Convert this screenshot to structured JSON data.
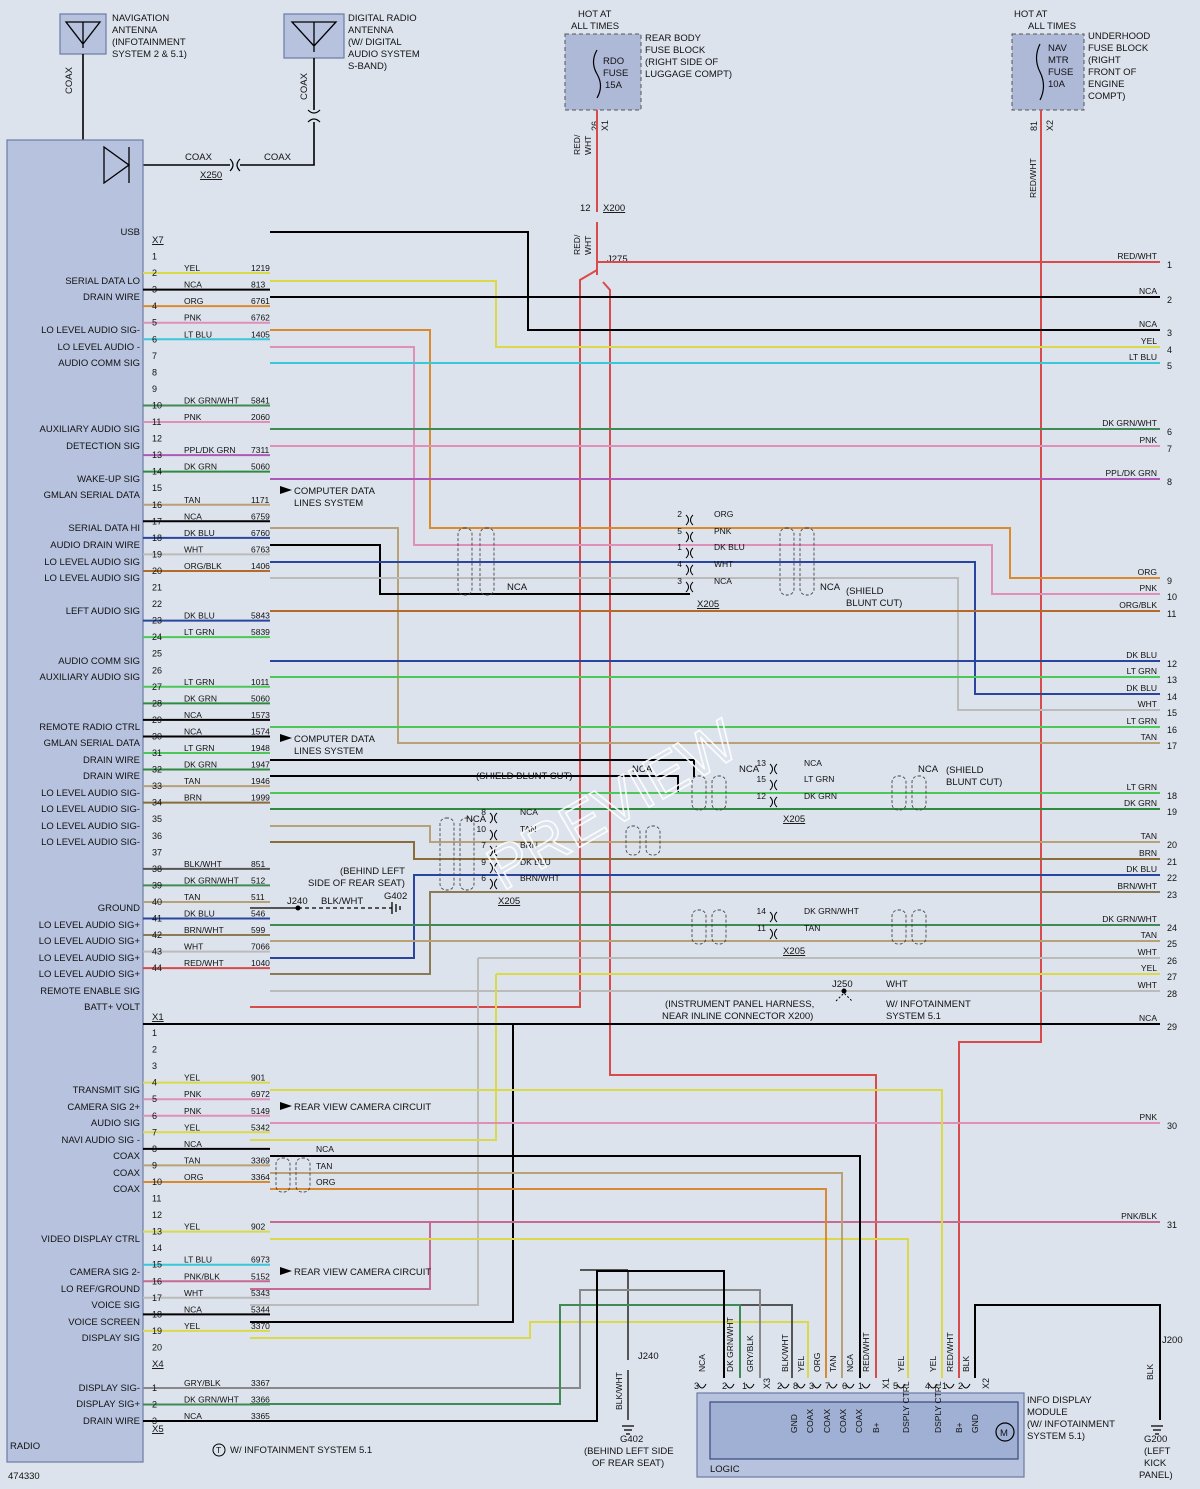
{
  "texts": {
    "nav_antenna": [
      "NAVIGATION",
      "ANTENNA",
      "(INFOTAINMENT",
      "SYSTEM 2 & 5.1)"
    ],
    "dig_antenna": [
      "DIGITAL RADIO",
      "ANTENNA",
      "(W/ DIGITAL",
      "AUDIO SYSTEM",
      "S-BAND)"
    ],
    "coax": "COAX",
    "x250": "X250",
    "hot_all_times": [
      "HOT AT",
      "ALL TIMES"
    ],
    "rear_fuse_block": [
      "REAR BODY",
      "FUSE BLOCK",
      "(RIGHT SIDE OF",
      "LUGGAGE COMPT)"
    ],
    "rdo_fuse": [
      "RDO",
      "FUSE",
      "15A"
    ],
    "under_fuse_block": [
      "UNDERHOOD",
      "FUSE BLOCK",
      "(RIGHT",
      "FRONT OF",
      "ENGINE",
      "COMPT)"
    ],
    "nav_fuse": [
      "NAV",
      "MTR",
      "FUSE",
      "10A"
    ],
    "x1": "X1",
    "x2": "X2",
    "red_wht": "RED/WHT",
    "red_wht_stack": [
      "RED/",
      "WHT"
    ],
    "p26": "26",
    "p81": "81",
    "p12": "12",
    "x200": "X200",
    "j275": "J275",
    "radio": "RADIO",
    "figure_id": "474330",
    "x7": "X7",
    "x4": "X4",
    "x5": "X5",
    "computer_data": [
      "COMPUTER DATA",
      "LINES SYSTEM"
    ],
    "rear_camera": "REAR VIEW CAMERA CIRCUIT",
    "x205": "X205",
    "nca": "NCA",
    "shield_blunt": [
      "(SHIELD",
      "BLUNT CUT)"
    ],
    "shield_blunt_inline": "(SHIELD BLUNT CUT)",
    "behind_left": [
      "(BEHIND LEFT",
      "SIDE OF REAR SEAT)"
    ],
    "g402": "G402",
    "j240": "J240",
    "blk_wht": "BLK/WHT",
    "j250": "J250",
    "wht": "WHT",
    "ip_harness": [
      "(INSTRUMENT PANEL HARNESS,",
      "NEAR INLINE CONNECTOR X200)"
    ],
    "w_info_51": [
      "W/ INFOTAINMENT",
      "SYSTEM 5.1"
    ],
    "info_display": [
      "INFO DISPLAY",
      "MODULE",
      "(W/ INFOTAINMENT",
      "SYSTEM 5.1)"
    ],
    "logic": "LOGIC",
    "g402_bottom": [
      "G402",
      "(BEHIND LEFT SIDE",
      "OF REAR SEAT)"
    ],
    "j200": "J200",
    "blk": "BLK",
    "g200": [
      "G200",
      "(LEFT",
      "KICK",
      "PANEL)"
    ],
    "legend": "W/ INFOTAINMENT SYSTEM 5.1",
    "legend_mark": "T",
    "watermark": "PREVIEW"
  },
  "radio_labels": [
    [
      "USB",
      232
    ],
    [
      "SERIAL DATA LO",
      281
    ],
    [
      "DRAIN WIRE",
      297
    ],
    [
      "LO LEVEL AUDIO SIG-",
      330
    ],
    [
      "LO LEVEL AUDIO -",
      347
    ],
    [
      "AUDIO COMM SIG",
      363
    ],
    [
      "AUXILIARY AUDIO SIG",
      429
    ],
    [
      "DETECTION SIG",
      446
    ],
    [
      "WAKE-UP SIG",
      479
    ],
    [
      "GMLAN SERIAL DATA",
      495
    ],
    [
      "SERIAL DATA HI",
      528
    ],
    [
      "AUDIO DRAIN WIRE",
      545
    ],
    [
      "LO LEVEL AUDIO SIG",
      562
    ],
    [
      "LO LEVEL AUDIO SIG",
      578
    ],
    [
      "LEFT AUDIO SIG",
      611
    ],
    [
      "AUDIO COMM SIG",
      661
    ],
    [
      "AUXILIARY AUDIO SIG",
      677
    ],
    [
      "REMOTE RADIO CTRL",
      727
    ],
    [
      "GMLAN SERIAL DATA",
      743
    ],
    [
      "DRAIN WIRE",
      760
    ],
    [
      "DRAIN WIRE",
      776
    ],
    [
      "LO LEVEL AUDIO SIG-",
      793
    ],
    [
      "LO LEVEL AUDIO SIG-",
      809
    ],
    [
      "LO LEVEL AUDIO SIG-",
      826
    ],
    [
      "LO LEVEL AUDIO SIG-",
      842
    ],
    [
      "GROUND",
      908
    ],
    [
      "LO LEVEL AUDIO SIG+",
      925
    ],
    [
      "LO LEVEL AUDIO SIG+",
      941
    ],
    [
      "LO LEVEL AUDIO SIG+",
      958
    ],
    [
      "LO LEVEL AUDIO SIG+",
      974
    ],
    [
      "REMOTE ENABLE SIG",
      991
    ],
    [
      "BATT+ VOLT",
      1007
    ],
    [
      "TRANSMIT SIG",
      1090
    ],
    [
      "CAMERA SIG 2+",
      1107
    ],
    [
      "AUDIO SIG",
      1123
    ],
    [
      "NAVI AUDIO SIG -",
      1140
    ],
    [
      "COAX",
      1156
    ],
    [
      "COAX",
      1173
    ],
    [
      "COAX",
      1189
    ],
    [
      "VIDEO DISPLAY CTRL",
      1239
    ],
    [
      "CAMERA SIG 2-",
      1272
    ],
    [
      "LO REF/GROUND",
      1289
    ],
    [
      "VOICE SIG",
      1305
    ],
    [
      "VOICE SCREEN",
      1322
    ],
    [
      "DISPLAY SIG",
      1338
    ],
    [
      "DISPLAY SIG-",
      1388
    ],
    [
      "DISPLAY SIG+",
      1404
    ],
    [
      "DRAIN WIRE",
      1421
    ]
  ],
  "x7_pins": [
    [
      "1",
      "",
      " ",
      ""
    ],
    [
      "2",
      "YEL",
      "1219",
      "#d9d94a"
    ],
    [
      "3",
      "NCA",
      "813",
      "#000"
    ],
    [
      "4",
      "ORG",
      "6761",
      "#d98a2e"
    ],
    [
      "5",
      "PNK",
      "6762",
      "#e08fb8"
    ],
    [
      "6",
      "LT BLU",
      "1405",
      "#38c8d8"
    ],
    [
      "7",
      "",
      "",
      ""
    ],
    [
      "8",
      "",
      "",
      ""
    ],
    [
      "9",
      "",
      "",
      ""
    ],
    [
      "10",
      "DK GRN/WHT",
      "5841",
      "#3f8a55"
    ],
    [
      "11",
      "PNK",
      "2060",
      "#e08fb8"
    ],
    [
      "12",
      "",
      "",
      ""
    ],
    [
      "13",
      "PPL/DK GRN",
      "7311",
      "#b058b8"
    ],
    [
      "14",
      "DK GRN",
      "5060",
      "#2e8a3e"
    ],
    [
      "15",
      "",
      "",
      ""
    ],
    [
      "16",
      "TAN",
      "1171",
      "#b8a077"
    ],
    [
      "17",
      "NCA",
      "6759",
      "#000"
    ],
    [
      "18",
      "DK BLU",
      "6760",
      "#2a45a0"
    ],
    [
      "19",
      "WHT",
      "6763",
      "#bbbbbb"
    ],
    [
      "20",
      "ORG/BLK",
      "1406",
      "#b56a2a"
    ],
    [
      "21",
      "",
      "",
      ""
    ],
    [
      "22",
      "",
      "",
      ""
    ],
    [
      "23",
      "DK BLU",
      "5843",
      "#2a45a0"
    ],
    [
      "24",
      "LT GRN",
      "5839",
      "#4cc858"
    ],
    [
      "25",
      "",
      "",
      ""
    ],
    [
      "26",
      "",
      "",
      ""
    ],
    [
      "27",
      "LT GRN",
      "1011",
      "#4cc858"
    ],
    [
      "28",
      "DK GRN",
      "5060",
      "#2e8a3e"
    ],
    [
      "29",
      "NCA",
      "1573",
      "#000"
    ],
    [
      "30",
      "NCA",
      "1574",
      "#000"
    ],
    [
      "31",
      "LT GRN",
      "1948",
      "#4cc858"
    ],
    [
      "32",
      "DK GRN",
      "1947",
      "#2e8a3e"
    ],
    [
      "33",
      "TAN",
      "1946",
      "#b8a077"
    ],
    [
      "34",
      "BRN",
      "1999",
      "#8a6d3a"
    ],
    [
      "35",
      "",
      "",
      ""
    ],
    [
      "36",
      "",
      "",
      ""
    ],
    [
      "37",
      "",
      "",
      ""
    ],
    [
      "38",
      "BLK/WHT",
      "851",
      "#555"
    ],
    [
      "39",
      "DK GRN/WHT",
      "512",
      "#3f8a55"
    ],
    [
      "40",
      "TAN",
      "511",
      "#b8a077"
    ],
    [
      "41",
      "DK BLU",
      "546",
      "#2a45a0"
    ],
    [
      "42",
      "BRN/WHT",
      "599",
      "#8a7a55"
    ],
    [
      "43",
      "WHT",
      "7066",
      "#bbbbbb"
    ],
    [
      "44",
      "RED/WHT",
      "1040",
      "#d94a4a"
    ]
  ],
  "x4_pins": [
    [
      "1",
      "",
      "",
      ""
    ],
    [
      "2",
      "",
      "",
      ""
    ],
    [
      "3",
      "",
      "",
      ""
    ],
    [
      "4",
      "YEL",
      "901",
      "#d9d94a"
    ],
    [
      "5",
      "PNK",
      "6972",
      "#e08fb8"
    ],
    [
      "6",
      "PNK",
      "5149",
      "#e08fb8"
    ],
    [
      "7",
      "YEL",
      "5342",
      "#d9d94a"
    ],
    [
      "8",
      "NCA",
      "",
      "#000"
    ],
    [
      "9",
      "TAN",
      "3369",
      "#b8a077"
    ],
    [
      "10",
      "ORG",
      "3364",
      "#d98a2e"
    ],
    [
      "11",
      "",
      "",
      ""
    ],
    [
      "12",
      "",
      "",
      ""
    ],
    [
      "13",
      "YEL",
      "902",
      "#d9d94a"
    ],
    [
      "14",
      "",
      "",
      ""
    ],
    [
      "15",
      "LT BLU",
      "6973",
      "#38c8d8"
    ],
    [
      "16",
      "PNK/BLK",
      "5152",
      "#c76a92"
    ],
    [
      "17",
      "WHT",
      "5343",
      "#bbbbbb"
    ],
    [
      "18",
      "NCA",
      "5344",
      "#000"
    ],
    [
      "19",
      "YEL",
      "3370",
      "#d9d94a"
    ],
    [
      "20",
      "",
      "",
      ""
    ]
  ],
  "x5_pins": [
    [
      "1",
      "GRY/BLK",
      "3367",
      "#888"
    ],
    [
      "2",
      "DK GRN/WHT",
      "3366",
      "#3f8a55"
    ],
    [
      "3",
      "NCA",
      "3365",
      "#000"
    ]
  ],
  "right_pins": [
    [
      "1",
      "RED/WHT",
      262
    ],
    [
      "2",
      "NCA",
      297
    ],
    [
      "3",
      "NCA",
      330
    ],
    [
      "4",
      "YEL",
      347
    ],
    [
      "5",
      "LT BLU",
      363
    ],
    [
      "6",
      "DK GRN/WHT",
      429
    ],
    [
      "7",
      "PNK",
      446
    ],
    [
      "8",
      "PPL/DK GRN",
      479
    ],
    [
      "9",
      "ORG",
      578
    ],
    [
      "10",
      "PNK",
      594
    ],
    [
      "11",
      "ORG/BLK",
      611
    ],
    [
      "12",
      "DK BLU",
      661
    ],
    [
      "13",
      "LT GRN",
      677
    ],
    [
      "14",
      "DK BLU",
      694
    ],
    [
      "15",
      "WHT",
      710
    ],
    [
      "16",
      "LT GRN",
      727
    ],
    [
      "17",
      "TAN",
      743
    ],
    [
      "18",
      "LT GRN",
      793
    ],
    [
      "19",
      "DK GRN",
      809
    ],
    [
      "20",
      "TAN",
      842
    ],
    [
      "21",
      "BRN",
      859
    ],
    [
      "22",
      "DK BLU",
      875
    ],
    [
      "23",
      "BRN/WHT",
      892
    ],
    [
      "24",
      "DK GRN/WHT",
      925
    ],
    [
      "25",
      "TAN",
      941
    ],
    [
      "26",
      "WHT",
      958
    ],
    [
      "27",
      "YEL",
      974
    ],
    [
      "28",
      "WHT",
      991
    ],
    [
      "29",
      "NCA",
      1024
    ],
    [
      "30",
      "PNK",
      1123
    ],
    [
      "31",
      "PNK/BLK",
      1222
    ]
  ],
  "x205_a": [
    [
      "2",
      "ORG",
      520
    ],
    [
      "5",
      "PNK",
      537
    ],
    [
      "1",
      "DK BLU",
      553
    ],
    [
      "4",
      "WHT",
      570
    ],
    [
      "3",
      "NCA",
      587
    ]
  ],
  "x205_b": [
    [
      "13",
      "NCA",
      769
    ],
    [
      "15",
      "LT GRN",
      785
    ],
    [
      "12",
      "DK GRN",
      802
    ]
  ],
  "x205_c": [
    [
      "8",
      "NCA",
      818
    ],
    [
      "10",
      "TAN",
      835
    ],
    [
      "7",
      "BRN",
      851
    ],
    [
      "9",
      "DK BLU",
      868
    ],
    [
      "6",
      "BRN/WHT",
      884
    ]
  ],
  "x205_d": [
    [
      "14",
      "DK GRN/WHT",
      917
    ],
    [
      "11",
      "TAN",
      934
    ]
  ],
  "x4_side": [
    [
      "NCA",
      1149
    ],
    [
      "TAN",
      1166
    ],
    [
      "ORG",
      1182
    ]
  ],
  "bottom_x3": [
    [
      "3",
      "NCA",
      702
    ],
    [
      "2",
      "DK GRN/WHT",
      730
    ],
    [
      "1",
      "GRY/BLK",
      750
    ]
  ],
  "bottom_x3b": [
    [
      "2",
      "BLK/WHT",
      785
    ],
    [
      "8",
      "YEL",
      801
    ],
    [
      "3",
      "ORG",
      817
    ],
    [
      "7",
      "TAN",
      833
    ],
    [
      "6",
      "NCA",
      850
    ],
    [
      "1",
      "RED/WHT",
      866
    ]
  ],
  "bottom_x2": [
    [
      "5",
      "YEL",
      901
    ],
    [
      "4",
      "YEL",
      933
    ],
    [
      "1",
      "RED/WHT",
      950
    ],
    [
      "2",
      "BLK",
      966
    ]
  ],
  "module_pins": [
    [
      "GND",
      793
    ],
    [
      "COAX",
      809
    ],
    [
      "COAX",
      826
    ],
    [
      "COAX",
      842
    ],
    [
      "COAX",
      858
    ],
    [
      "B+",
      875
    ],
    [
      "DSPLY CTRL",
      905
    ],
    [
      "DSPLY CTRL",
      937
    ],
    [
      "B+",
      958
    ],
    [
      "GND",
      974
    ]
  ]
}
